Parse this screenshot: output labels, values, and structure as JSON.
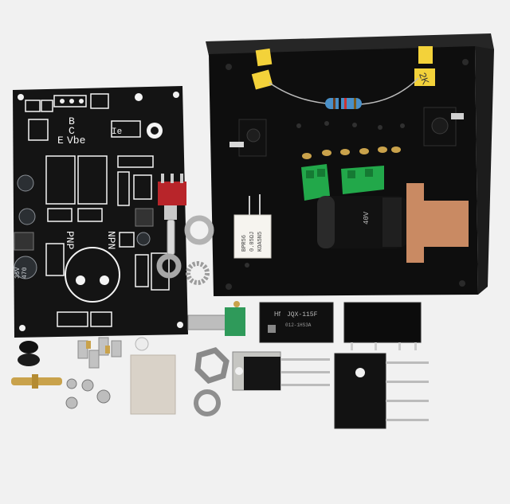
{
  "pcb": {
    "pin_b": "B",
    "pin_c": "C",
    "pin_e": "E",
    "vbe": "Vbe",
    "ie": "Ie",
    "pnp": "PNP",
    "npn": "NPN",
    "cap_voltage": "35V",
    "cap_value": "470"
  },
  "resistor_block": {
    "line1": "BPR56",
    "line2": "0.05ΩJ",
    "line3": "KOA5N5"
  },
  "relay": {
    "brand": "Hf",
    "model": "JQX-115F",
    "rating": "012-1HS3A"
  },
  "tape_note": "2K",
  "colors": {
    "background": "#f1f1f1",
    "pcb": "#141414",
    "pcb_silk": "#f4f4f4",
    "chassis": "#0e0e0e",
    "terminal_green": "#22a84a",
    "trimmer_green": "#2f9a5a",
    "copper_bracket": "#c98a63",
    "tape_yellow": "#f3d23a",
    "insulator_pad": "#d9d2c8",
    "brass": "#c9a24b"
  }
}
